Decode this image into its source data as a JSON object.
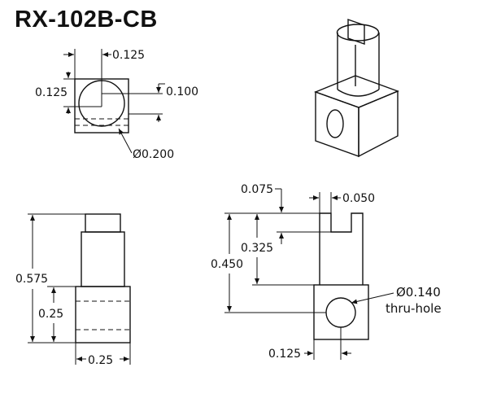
{
  "title": "RX-102B-CB",
  "top_view": {
    "dim_width": "0.125",
    "dim_offset_x": "0.125",
    "dim_offset_y": "0.100",
    "dim_diameter": "Ø0.200"
  },
  "front_view": {
    "dim_total_height": "0.575",
    "dim_block_height": "0.25",
    "dim_block_width": "0.25"
  },
  "side_view": {
    "dim_slot_depth": "0.075",
    "dim_slot_width": "0.050",
    "dim_shaft_height": "0.325",
    "dim_overall": "0.450",
    "dim_hole_offset": "0.125",
    "hole_diameter": "Ø0.140",
    "hole_note": "thru-hole"
  }
}
